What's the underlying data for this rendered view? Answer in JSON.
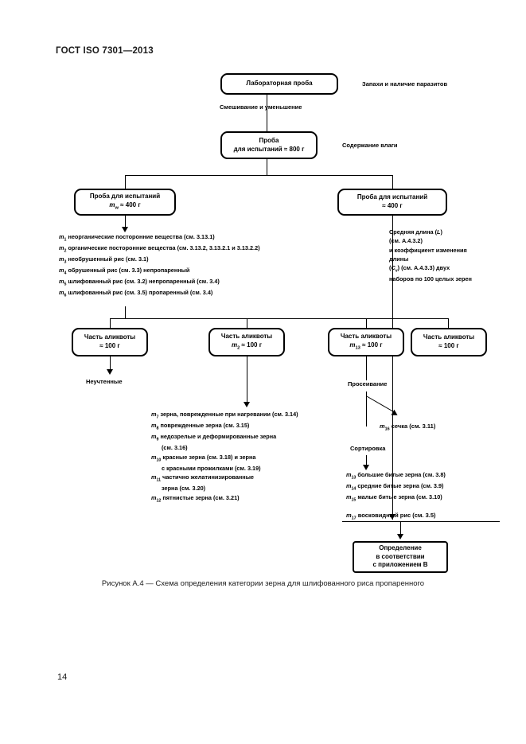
{
  "document": {
    "header": "ГОСТ ISO 7301—2013",
    "page_number": "14",
    "figure_caption": "Рисунок А.4 — Схема определения категории зерна для шлифованного риса пропаренного"
  },
  "flowchart": {
    "nodes": {
      "lab_sample": {
        "line1": "Лабораторная проба"
      },
      "test_sample_800": {
        "line1": "Проба",
        "line2": "для испытаний ≈ 800 г"
      },
      "test_sample_left_400": {
        "line1": "Проба для испытаний",
        "line2": "mw ≈ 400 г"
      },
      "test_sample_right_400": {
        "line1": "Проба для испытаний",
        "line2": "≈ 400 г"
      },
      "aliquot_1": {
        "line1": "Часть аликвоты",
        "line2": "≈ 100 г"
      },
      "aliquot_2": {
        "line1": "Часть аликвоты",
        "line2": "m2 ≈ 100 г"
      },
      "aliquot_3": {
        "line1": "Часть аликвоты",
        "line2": "m13 ≈ 100 г"
      },
      "aliquot_4": {
        "line1": "Часть аликвоты",
        "line2": "≈ 100 г"
      },
      "final_determination": {
        "line1": "Определение",
        "line2": "в соответствии",
        "line3": "с приложением B"
      }
    },
    "edge_labels": {
      "mixing_reduction": "Смешивание и уменьшение",
      "unaccounted": "Неучтенные",
      "sieving": "Просеивание",
      "sorting": "Сортировка",
      "broken_rice": "m16 сечка (см. 3.11)"
    },
    "side_labels": {
      "odour_parasites": "Запахи и наличие паразитов",
      "moisture_content": "Содержание влаги"
    },
    "left_text_block": [
      "m1 неорганические посторонние вещества (см. 3.13.1)",
      "m2 органические посторонние вещества (см. 3.13.2, 3.13.2.1 и 3.13.2.2)",
      "m3 необрушенный рис (см. 3.1)",
      "m4 обрушенный рис (см. 3.3) непропаренный",
      "m5 шлифованный рис (см. 3.2) непропаренный (см. 3.4)",
      "m6 шлифованный рис (см. 3.5) пропаренный (см. 3.4)"
    ],
    "right_top_text_block": [
      "Средняя длина (L)",
      "(см. А.4.3.2)",
      "и коэффициент изменения",
      "длины",
      "(Cv) (см. А.4.3.3) двух",
      "наборов по 100 целых зерен"
    ],
    "middle_text_block": [
      "m7 зерна, поврежденные при нагревании (см. 3.14)",
      "m8 поврежденные зерна (см. 3.15)",
      "m9 недозрелые и деформированные зерна",
      "(см. 3.16)",
      "m10 красные зерна (см. 3.18) и зерна",
      "с красными прожилками (см. 3.19)",
      "m11 частично желатинизированные",
      "зерна (см. 3.20)",
      "m12 пятнистые зерна (см. 3.21)"
    ],
    "right_text_block": [
      "m13 большие битые зерна (см. 3.8)",
      "m14 средние битые зерна (см. 3.9)",
      "m15 малые битые зерна (см. 3.10)"
    ],
    "waxy_rice_label": "m17 восковидный рис (см. 3.5)"
  }
}
